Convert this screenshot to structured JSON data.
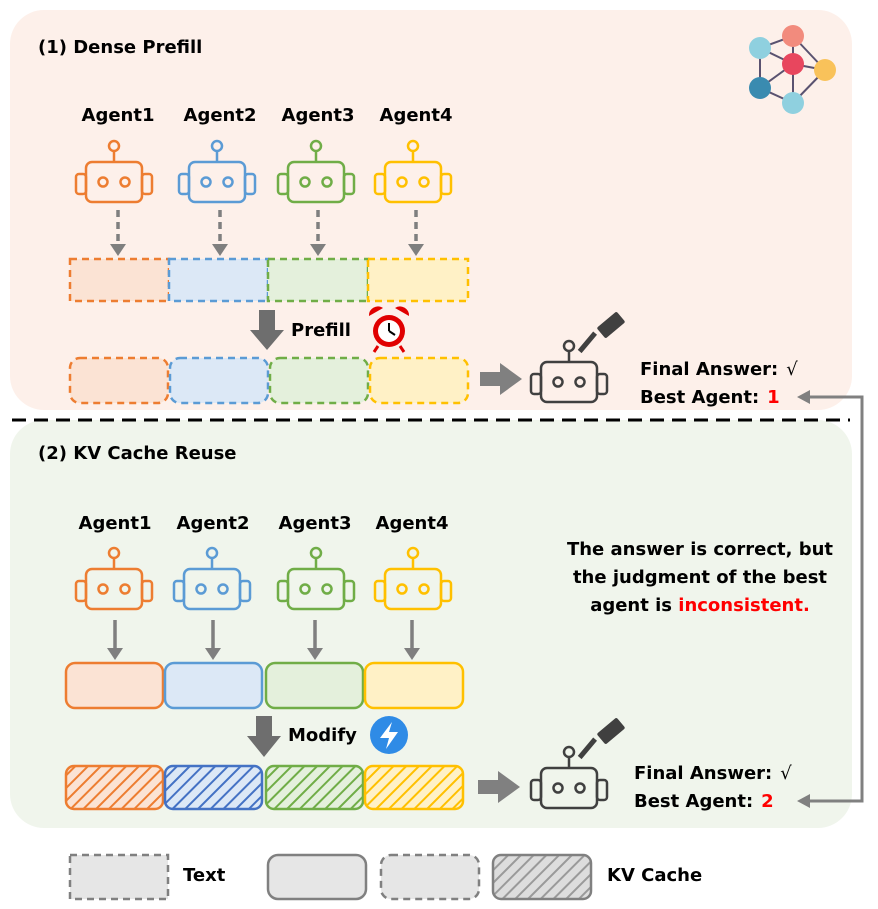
{
  "sections": {
    "dense": {
      "title": "(1) Dense Prefill",
      "agents": [
        "Agent1",
        "Agent2",
        "Agent3",
        "Agent4"
      ],
      "action_label": "Prefill",
      "final_answer_label": "Final Answer:",
      "final_answer_mark": "√",
      "best_agent_label": "Best Agent:",
      "best_agent_value": "1"
    },
    "reuse": {
      "title": "(2) KV Cache Reuse",
      "agents": [
        "Agent1",
        "Agent2",
        "Agent3",
        "Agent4"
      ],
      "action_label": "Modify",
      "final_answer_label": "Final Answer:",
      "final_answer_mark": "√",
      "best_agent_label": "Best Agent:",
      "best_agent_value": "2"
    }
  },
  "note": {
    "line1": "The answer is correct, but",
    "line2": "the judgment of the best",
    "line3_prefix": "agent is",
    "line3_highlight": "inconsistent",
    "line3_suffix": "."
  },
  "legend": {
    "text_label": "Text",
    "kv_label": "KV Cache"
  },
  "colors": {
    "agent1": "#ed7d31",
    "agent2": "#5b9bd5",
    "agent3": "#70ad47",
    "agent4": "#ffc000",
    "highlight": "#ff0000",
    "top_bg": "#fdf0ea",
    "bottom_bg": "#f0f5ec",
    "arrow": "#808080",
    "judge": "#404040"
  },
  "icons": {
    "network": "neural-network-icon",
    "alarm": "alarm-clock-icon",
    "bolt": "lightning-icon",
    "gavel": "gavel-icon",
    "robot": "robot-icon"
  }
}
